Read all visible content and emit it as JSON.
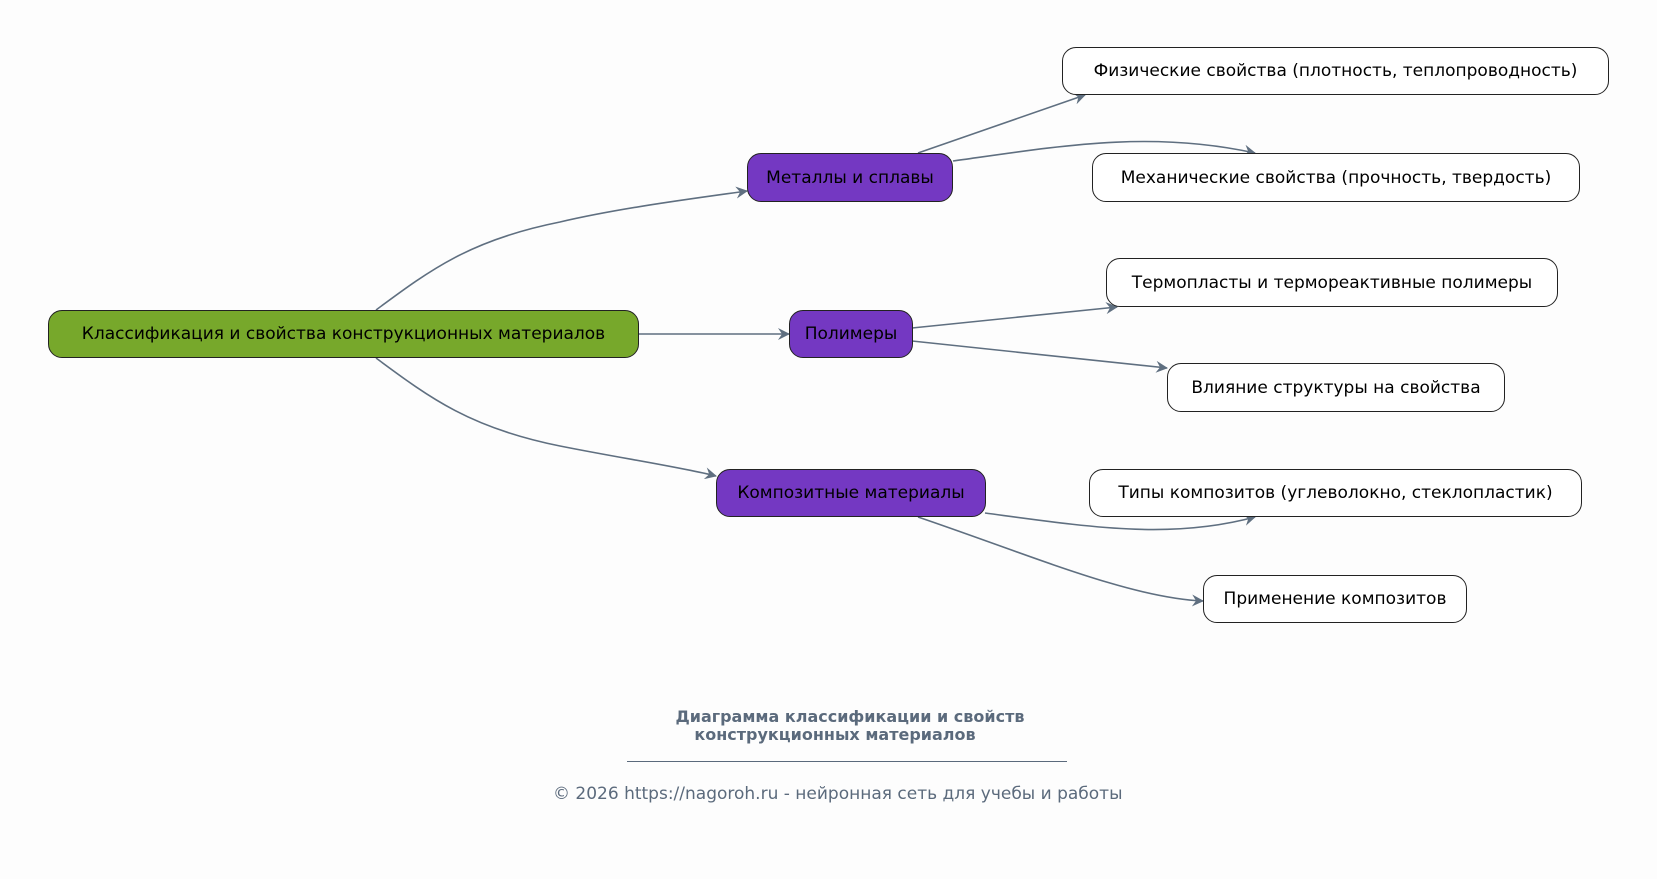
{
  "diagram": {
    "root": {
      "label": "Классификация и свойства конструкционных материалов",
      "color": "#77a82b"
    },
    "branches": [
      {
        "label": "Металлы и сплавы",
        "color": "#7438c2",
        "children": [
          "Физические свойства (плотность, теплопроводность)",
          "Механические свойства (прочность, твердость)"
        ]
      },
      {
        "label": "Полимеры",
        "color": "#7438c2",
        "children": [
          "Термопласты и термореактивные полимеры",
          "Влияние структуры на свойства"
        ]
      },
      {
        "label": "Композитные материалы",
        "color": "#7438c2",
        "children": [
          "Типы композитов (углеволокно, стеклопластик)",
          "Применение композитов"
        ]
      }
    ],
    "edge_color": "#5f6f80"
  },
  "caption": {
    "title_line1": "Диаграмма классификации и свойств",
    "title_line2": "конструкционных материалов",
    "footer": "© 2026 https://nagoroh.ru - нейронная сеть для учебы и работы"
  }
}
